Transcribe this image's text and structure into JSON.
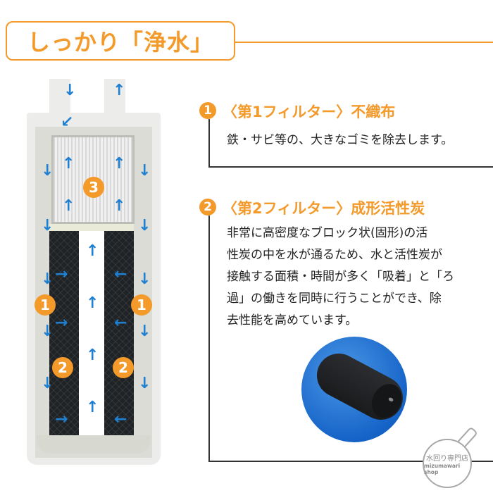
{
  "header": {
    "title": "しっかり「浄水」",
    "accent_color": "#f39a2a"
  },
  "sections": [
    {
      "number": "1",
      "title": "〈第1フィルター〉不織布",
      "body": "鉄・サビ等の、大きなゴミを除去します。"
    },
    {
      "number": "2",
      "title": "〈第2フィルター〉成形活性炭",
      "body_lines": [
        "非常に高密度なブロック状(固形)の活",
        "性炭の中を水が通るため、水と活性炭が",
        "接触する面積・時間が多く「吸着」と「ろ",
        "過」の働きを同時に行うことができ、除",
        "去性能を高めています。"
      ]
    }
  ],
  "diagram": {
    "labels": {
      "nonwoven": "3",
      "left_outer": "1",
      "right_outer": "1",
      "left_carbon": "2",
      "right_carbon": "2"
    },
    "arrow_color": "#1f7fd1",
    "arrows": {
      "down": "↓",
      "up": "↑",
      "right": "→",
      "left": "←",
      "curve": "↙"
    }
  },
  "photo": {
    "alt": "成形活性炭フィルター"
  },
  "watermark": {
    "jp": "水回り専門店",
    "en": "mizumawari shop"
  }
}
